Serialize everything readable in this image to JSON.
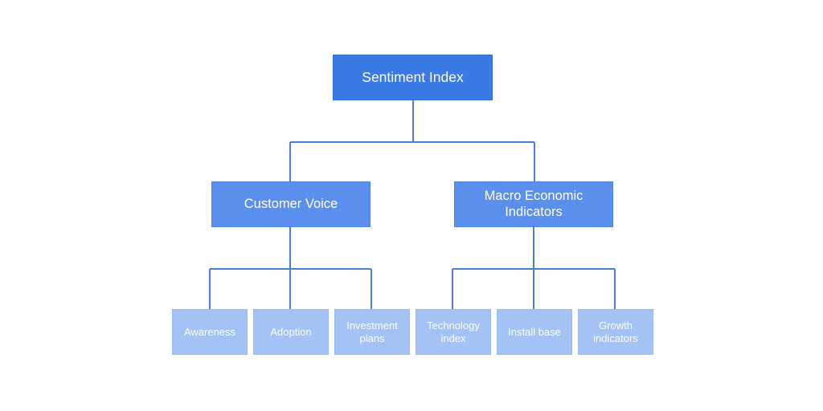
{
  "diagram": {
    "type": "hierarchy-tree",
    "title": "Sentiment Index",
    "background_color": "#ffffff",
    "connector_color": "#4a7fd4",
    "levels": 3,
    "colors": {
      "root_fill": "#3a7ae4",
      "branch_fill": "#5b8fee",
      "leaf_fill": "#a4c2f4",
      "node_text": "#ffffff"
    },
    "root": {
      "label": "Sentiment Index"
    },
    "branches": [
      {
        "label": "Customer Voice",
        "children": [
          {
            "label": "Awareness"
          },
          {
            "label": "Adoption"
          },
          {
            "label": "Investment\nplans"
          }
        ]
      },
      {
        "label": "Macro Economic\nIndicators",
        "children": [
          {
            "label": "Technology\nindex"
          },
          {
            "label": "Install base"
          },
          {
            "label": "Growth\nindicators"
          }
        ]
      }
    ]
  }
}
